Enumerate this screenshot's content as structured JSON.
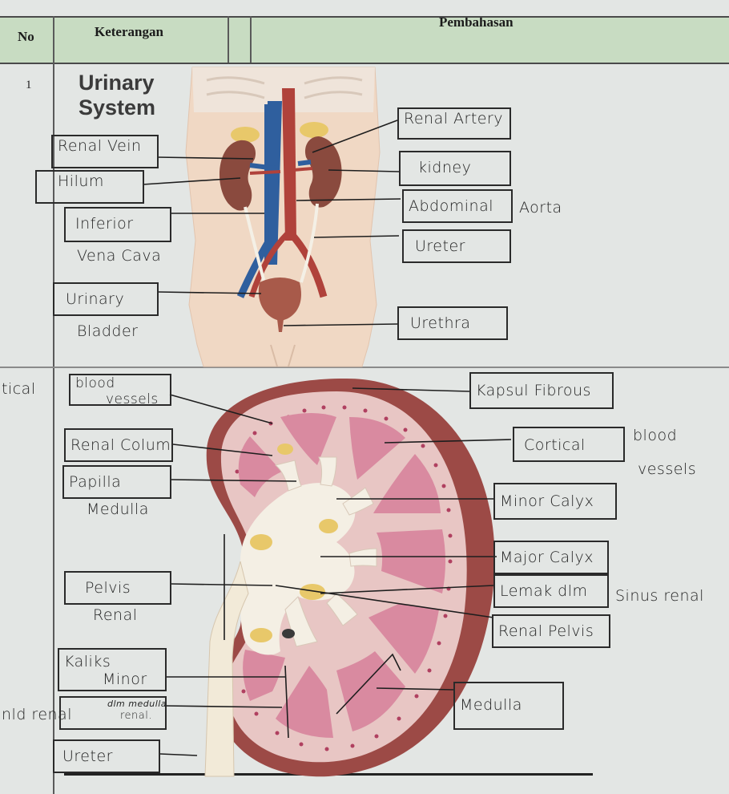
{
  "table": {
    "col_no": "No",
    "col_keterangan": "Keterangan",
    "col_pembahasan": "Pembahasan",
    "row1_no": "1"
  },
  "illustration1": {
    "title_line1": "Urinary",
    "title_line2": "System",
    "labels": {
      "renal_artery": "Renal Artery",
      "renal_vein": "Renal Vein",
      "hilum": "Hilum",
      "kidney": "kidney",
      "abdominal": "Abdominal",
      "aorta": "Aorta",
      "inferior": "Inferior",
      "vena_cava": "Vena Cava",
      "ureter": "Ureter",
      "urinary": "Urinary",
      "bladder": "Bladder",
      "urethra": "Urethra"
    }
  },
  "illustration2": {
    "margin_top": "tical",
    "margin_bottom": "nld renal",
    "labels": {
      "blood_vessels_1": "blood",
      "blood_vessels_2": "vessels",
      "kapsul_fibrous": "Kapsul Fibrous",
      "renal_colum": "Renal Colum",
      "cortical": "Cortical",
      "blood_vessels_r1": "blood",
      "blood_vessels_r2": "vessels",
      "papilla": "Papilla",
      "medulla_sub": "Medulla",
      "minor_calyx": "Minor Calyx",
      "major_calyx": "Major Calyx",
      "pelvis": "Pelvis",
      "renal_sub": "Renal",
      "lemak": "Lemak dlm",
      "sinus_renal": "Sinus renal",
      "renal_pelvis": "Renal Pelvis",
      "kaliks": "Kaliks",
      "minor": "Minor",
      "dlm_medulla": "dlm medulla",
      "renal_small": "renal.",
      "medulla": "Medulla",
      "ureter": "Ureter"
    }
  },
  "colors": {
    "header_bg": "#c8dcc2",
    "paper": "#e3e6e4",
    "skin": "#f0d8c4",
    "kidney": "#8a4a3e",
    "vein": "#2f5f9e",
    "artery": "#b0423b",
    "capsule": "#9c4a46",
    "medulla": "#d98aa0"
  }
}
